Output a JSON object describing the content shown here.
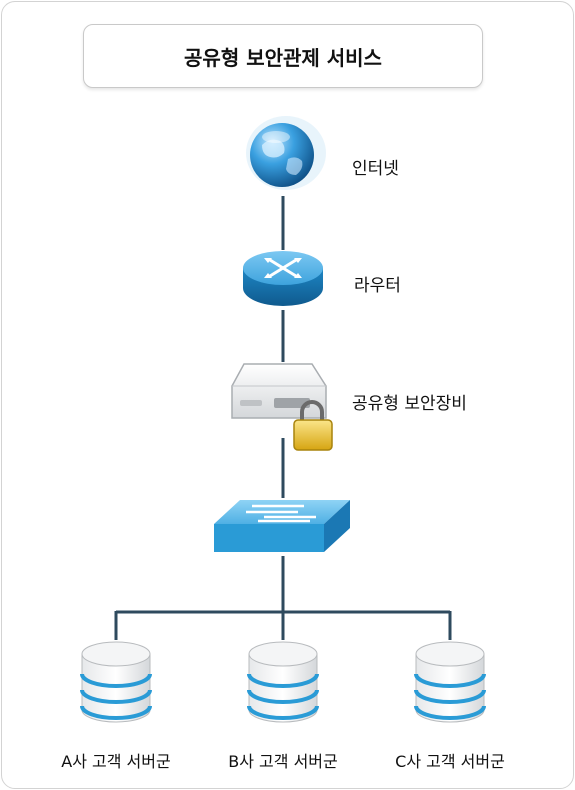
{
  "title": "공유형 보안관제 서비스",
  "nodes": {
    "internet": "인터넷",
    "router": "라우터",
    "security_device": "공유형 보안장비"
  },
  "servers": [
    {
      "label": "A사 고객 서버군"
    },
    {
      "label": "B사 고객 서버군"
    },
    {
      "label": "C사 고객 서버군"
    }
  ],
  "colors": {
    "line": "#2e4a5e",
    "accent_blue": "#2a9bd6",
    "lock_gold": "#e8c33a"
  }
}
